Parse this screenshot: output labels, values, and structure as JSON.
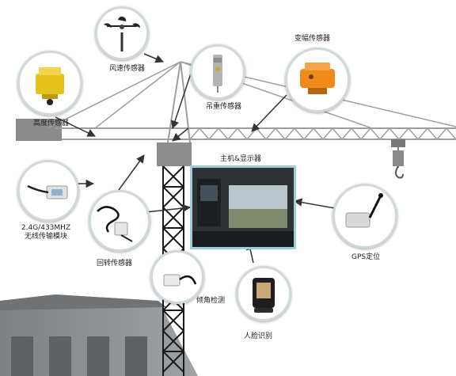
{
  "labels": {
    "wind": "风速传感器",
    "height": "高度传感器",
    "load": "吊重传感器",
    "amplitude": "变幅传感器",
    "host": "主机&显示器",
    "wireless": "2.4G/433MHZ\n无线传输模块",
    "rotation": "回转传感器",
    "tilt": "倾角检测",
    "gps": "GPS定位",
    "face": "人脸识别"
  },
  "colors": {
    "crane": "#bdbdbd",
    "building": "#8a8e91",
    "circle_border": "#cfd8dc",
    "cabin_border": "#9ccfd8",
    "arrow": "#333333"
  },
  "icons": {
    "wind": "anemometer-icon",
    "height": "height-limiter-icon",
    "load": "load-cell-icon",
    "amplitude": "amplitude-limiter-icon",
    "wireless": "antenna-module-icon",
    "rotation": "rotary-encoder-icon",
    "tilt": "inclinometer-icon",
    "gps": "gps-antenna-icon",
    "face": "face-recognition-terminal-icon",
    "host": "cab-display-photo"
  }
}
